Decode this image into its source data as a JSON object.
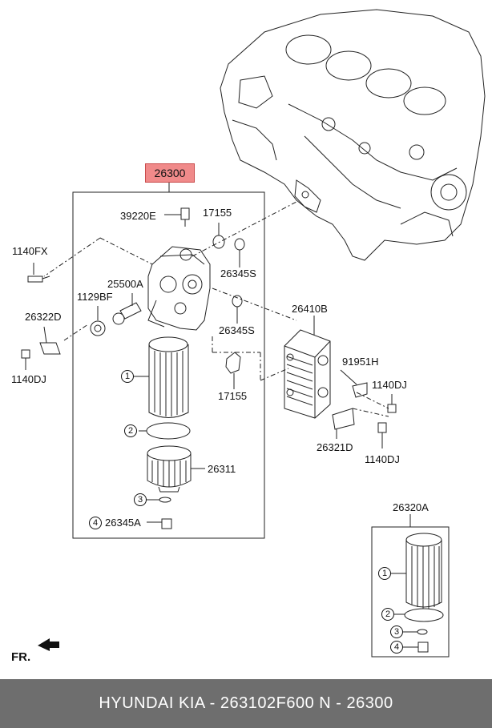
{
  "highlight_label": "26300",
  "labels": {
    "sensor": "39220E",
    "gasket_top": "17155",
    "oring_top": "26345S",
    "bolt_left": "1140FX",
    "housing": "25500A",
    "plug": "1129BF",
    "bracket_left": "26322D",
    "bolt_left_low": "1140DJ",
    "oring_mid": "26345S",
    "gasket_low": "17155",
    "cooler": "26410B",
    "clip": "91951H",
    "bolt_right": "1140DJ",
    "bracket_right": "26321D",
    "bolt_right_low": "1140DJ",
    "cap": "26311",
    "drain_plug": "26345A",
    "kit": "26320A"
  },
  "callouts": [
    "1",
    "2",
    "3",
    "4"
  ],
  "front_marker": "FR.",
  "footer_text": "HYUNDAI  KIA - 263102F600     N - 26300"
}
